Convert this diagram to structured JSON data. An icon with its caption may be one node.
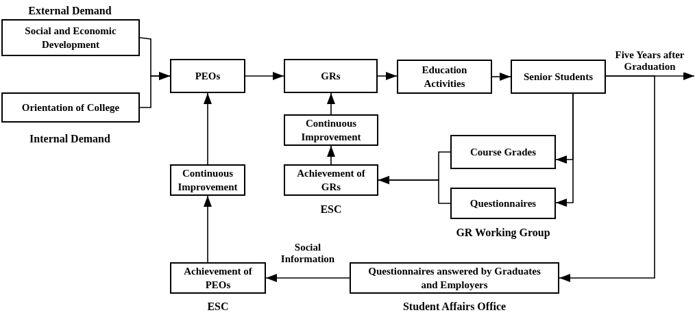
{
  "diagram": {
    "nodes": [
      {
        "text": [
          "Social and Economic Development"
        ],
        "beside": [
          "External Demand"
        ]
      },
      {
        "text": [
          "Orientation of College"
        ],
        "beside": [
          "Internal Demand"
        ]
      },
      {
        "text": [
          "PEOs"
        ]
      },
      {
        "text": [
          "GRs"
        ]
      },
      {
        "text": [
          "Education Activities"
        ]
      },
      {
        "text": [
          "Senior Students"
        ]
      },
      {
        "text": [
          "Continuous Improvement"
        ]
      },
      {
        "text": [
          "Course Grades"
        ]
      },
      {
        "text": [
          "Achievement of GRs"
        ],
        "beside": [
          "ESC"
        ]
      },
      {
        "text": [
          "Questionnaires"
        ],
        "beside": [
          "GR Working Group"
        ]
      },
      {
        "text": [
          "Continuous Improvement"
        ]
      },
      {
        "text": [
          "Achievement of PEOs"
        ],
        "beside": [
          "ESC"
        ]
      },
      {
        "text": [
          "Questionnaires answered by Graduates and Employers"
        ],
        "beside": [
          "Student Affairs Office"
        ]
      }
    ],
    "edges": [
      {
        "from": 0,
        "to": 2,
        "arrow": "to"
      },
      {
        "from": 1,
        "to": 2,
        "arrow": "to"
      },
      {
        "from": 2,
        "to": 3,
        "arrow": "to"
      },
      {
        "from": 3,
        "to": 4,
        "arrow": "to"
      },
      {
        "from": 4,
        "to": 5,
        "arrow": "to"
      },
      {
        "from": 6,
        "to": 3,
        "arrow": "to"
      },
      {
        "from": 8,
        "to": 6,
        "arrow": "to"
      },
      {
        "from": 5,
        "to": 7,
        "arrow": "to"
      },
      {
        "from": 5,
        "to": 9,
        "arrow": "to"
      },
      {
        "from": 7,
        "to": 8,
        "arrow": "to"
      },
      {
        "from": 9,
        "to": 8,
        "arrow": "to"
      },
      {
        "from": 5,
        "to": null,
        "arrow": "to",
        "label": "Five Years after Graduation"
      },
      {
        "from": 5,
        "to": 12,
        "arrow": "to"
      },
      {
        "from": 12,
        "to": 11,
        "arrow": "to",
        "label": "Social Information"
      },
      {
        "from": 11,
        "to": 10,
        "arrow": "to"
      },
      {
        "from": 10,
        "to": 2,
        "arrow": "to"
      }
    ]
  }
}
